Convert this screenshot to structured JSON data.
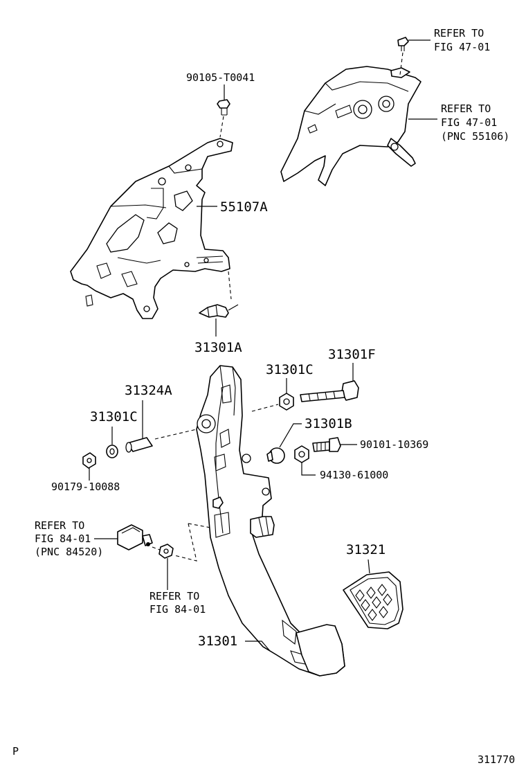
{
  "labels": {
    "refer_top_a": [
      "REFER TO",
      "FIG 47-01"
    ],
    "refer_top_b": [
      "REFER TO",
      "FIG 47-01",
      "(PNC 55106)"
    ],
    "bolt_90105": "90105-T0041",
    "bracket_55107a": "55107A",
    "switch_31301a": "31301A",
    "bolt_31301f": "31301F",
    "nut_31301c_right": "31301C",
    "collar_31324a": "31324A",
    "washer_31301c_left": "31301C",
    "stopper_31301b": "31301B",
    "bolt_90101": "90101-10369",
    "nut_94130": "94130-61000",
    "nut_90179": "90179-10088",
    "refer_switch": [
      "REFER TO",
      "FIG 84-01",
      "(PNC 84520)"
    ],
    "refer_nut": [
      "REFER TO",
      "FIG 84-01"
    ],
    "pad_31321": "31321",
    "pedal_31301": "31301",
    "corner_p": "P",
    "figure_code": "311770"
  }
}
